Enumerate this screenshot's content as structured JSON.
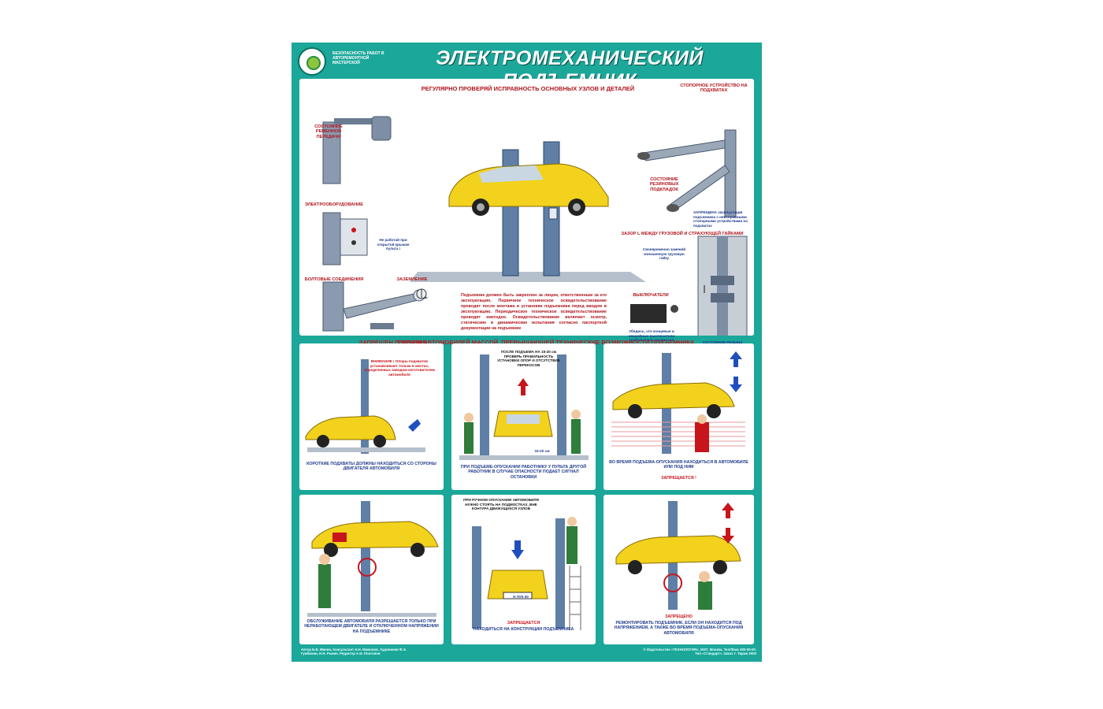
{
  "header": {
    "series": "БЕЗОПАСНОСТЬ РАБОТ В АВТОРЕМОНТНОЙ МАСТЕРСКОЙ",
    "title": "ЭЛЕКТРОМЕХАНИЧЕСКИЙ ПОДЪЕМНИК"
  },
  "top_panel": {
    "banner": "РЕГУЛЯРНО ПРОВЕРЯЙ ИСПРАВНОСТЬ ОСНОВНЫХ УЗЛОВ И ДЕТАЛЕЙ",
    "labels": {
      "belt": "СОСТОЯНИЕ РЕМЕННОЙ ПЕРЕДАЧИ",
      "electro": "ЭЛЕКТРООБОРУДОВАНИЕ",
      "electro_note": "Не работай при открытой крышке пульта !",
      "bolts": "БОЛТОВЫЕ СОЕДИНЕНИЯ",
      "ground": "ЗАЗЕМЛЕНИЕ",
      "damage": "ОТСУТСТВИЕ МЕХАНИЧЕСКИХ ПОВРЕЖДЕНИЙ",
      "stopper": "СТОПОРНОЕ УСТРОЙСТВО НА ПОДХВАТАХ",
      "rubber": "СОСТОЯНИЕ РЕЗИНОВЫХ ПОДКЛАДОК",
      "forbidden_note": "ЗАПРЕЩЕНА эксплуатация подъемника с неисправными стопорными устройствами на подхватах",
      "gap": "ЗАЗОР L МЕЖДУ ГРУЗОВОЙ И СТРАХУЮЩЕЙ ГАЙКАМИ",
      "gap_note": "Своевременно заменяй изношенную грузовую гайку",
      "switches": "ВЫКЛЮЧАТЕЛИ",
      "switches_note": "Убедись, что концевые и аварийные выключатели срабатывают правильно",
      "screw_note": "СОСТОЯНИЕ РЕЗЬБЫ ГРУЗОВОГО ВИНТА, НАЛИЧИЕ СМАЗКИ"
    },
    "paragraph": "Подъемник должен быть закреплен за лицом, ответственным за его эксплуатацию. Первичное техническое освидетельствование проводят после монтажа и установки подъемника перед вводом в эксплуатацию. Периодическое техническое освидетельствование проводят ежегодно. Освидетельствование включает осмотр, статические и динамические испытания согласно паспортной документации на подъемник"
  },
  "warning": "ЗАПРЕЩЕН ПОДЪЕМ АВТОМОБИЛЕЙ МАССОЙ, ПРЕВЫШАЮЩЕЙ ТЕХНИЧЕСКИЕ ВОЗМОЖНОСТИ ПОДЪЕМНИКА",
  "panels": [
    {
      "note": "ВНИМАНИЕ ! Опоры подхватов устанавливают только в местах, определенных заводом-изготовителем автомобиля",
      "caption": "КОРОТКИЕ ПОДХВАТЫ ДОЛЖНЫ НАХОДИТЬСЯ СО СТОРОНЫ ДВИГАТЕЛЯ АВТОМОБИЛЯ"
    },
    {
      "note": "ПОСЛЕ ПОДЪЕМА НА 15-20 см ПРОВЕРЬ ПРАВИЛЬНОСТЬ УСТАНОВКИ ОПОР И ОТСУТСТВИЕ ПЕРЕКОСОВ",
      "measure": "15-20 см",
      "caption": "ПРИ ПОДЪЕМЕ-ОПУСКАНИИ РАБОТНИКУ У ПУЛЬТА ДРУГОЙ РАБОТНИК В СЛУЧАЕ ОПАСНОСТИ ПОДАЕТ СИГНАЛ ОСТАНОВКИ"
    },
    {
      "caption": "ВО ВРЕМЯ ПОДЪЕМА-ОПУСКАНИЯ НАХОДИТЬСЯ В АВТОМОБИЛЕ ИЛИ ПОД НИМ",
      "caption_red": "ЗАПРЕЩАЕТСЯ !"
    },
    {
      "caption": "ОБСЛУЖИВАНИЕ АВТОМОБИЛЯ РАЗРЕШАЕТСЯ ТОЛЬКО ПРИ НЕРАБОТАЮЩЕМ ДВИГАТЕЛЕ И ОТКЛЮЧЕННОМ НАПРЯЖЕНИИ НА ПОДЪЕМНИКЕ"
    },
    {
      "note": "ПРИ РУЧНОМ ОПУСКАНИИ АВТОМОБИЛЯ НУЖНО СТОЯТЬ НА ПОДМОСТКАХ, ВНЕ КОНТУРА ДВИЖУЩИХСЯ УЗЛОВ",
      "plate": "Н ПУ5 00",
      "caption_red": "ЗАПРЕЩАЕТСЯ",
      "caption": "НАХОДИТЬСЯ НА КОНСТРУКЦИИ ПОДЪЕМНИКА"
    },
    {
      "caption_red": "ЗАПРЕЩЕНО",
      "caption": "РЕМОНТИРОВАТЬ ПОДЪЕМНИК, ЕСЛИ ОН НАХОДИТСЯ ПОД НАПРЯЖЕНИЕМ, А ТАКЖЕ ВО ВРЕМЯ ПОДЪЕМА-ОПУСКАНИЯ АВТОМОБИЛЯ"
    }
  ],
  "footer": {
    "left": "Автор Б.В. Минин, Консультант Н.Н. Мамонов. Художники Ф.Э. Гумбихин, Н.Н. Рыкин. Редактор А.И. Платонов",
    "right": "© Издательство «ТЕХНОЛОГИЯ», 2007, Москва. Тел/Факс 000-00-00. Тип «Стандарт». Заказ 7. Тираж 2000"
  },
  "colors": {
    "poster": "#1ba79a",
    "car": "#f2d21c",
    "lift": "#5f7fa6",
    "red": "#c8141b",
    "blue": "#1f3b8c"
  }
}
